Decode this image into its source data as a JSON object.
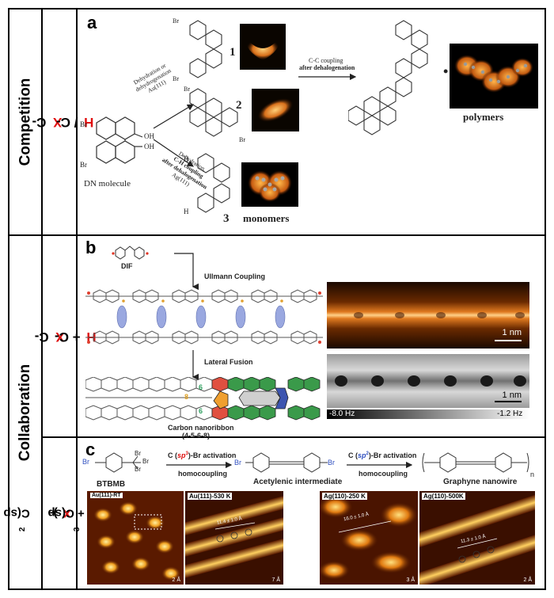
{
  "rows": {
    "competition": {
      "label": "Competition",
      "bond_prefix": "C-",
      "bond_x": "X",
      "bond_mid": " / C-",
      "bond_h": "H"
    },
    "collaboration": {
      "label": "Collaboration"
    },
    "b": {
      "bond_prefix": "C-",
      "bond_x": "X",
      "bond_mid": " + C-",
      "bond_h": "H"
    },
    "c": {
      "p1": "C(sp",
      "s1": "2",
      "p2": ")-",
      "x1": "X",
      "p3": " + C(sp",
      "s2": "3",
      "p4": ")-",
      "x2": "X"
    }
  },
  "panel_a": {
    "letter": "a",
    "dn_molecule": "DN molecule",
    "arrow_up_1": "Dehydration or",
    "arrow_up_2": "dehydrogenation",
    "arrow_up_3": "Au(111)",
    "arrow_down_1": "Dehydration,",
    "arrow_down_2": "C-H coupling",
    "arrow_down_3": "after dehalogenation",
    "arrow_down_4": "Ag(111)",
    "n1": "1",
    "n2": "2",
    "n3": "3",
    "cc_1": "C-C coupling",
    "cc_2": "after dehalogenation",
    "dots": "• • •",
    "polymers": "polymers",
    "monomers": "monomers",
    "br": "Br",
    "h": "H",
    "oh": "OH"
  },
  "panel_b": {
    "letter": "b",
    "dif": "DIF",
    "ullmann": "Ullmann Coupling",
    "lateral": "Lateral Fusion",
    "cnr_1": "Carbon nanoribbon",
    "cnr_2": "(4-5-6-8)",
    "scale1": "1 nm",
    "scale2": "1 nm",
    "hz_left": "-8.0 Hz",
    "hz_right": "-1.2 Hz"
  },
  "panel_c": {
    "letter": "c",
    "act1_a": "C (",
    "act1_sp": "sp",
    "act1_sup": "3",
    "act1_b": ")-Br activation",
    "act2_a": "C (",
    "act2_sp": "sp",
    "act2_sup": "2",
    "act2_b": ")-Br activation",
    "homo1": "homocoupling",
    "homo2": "homocoupling",
    "btbmb": "BTBMB",
    "acetylenic": "Acetylenic intermediate",
    "graphyne": "Graphyne nanowire",
    "n_sub": "n",
    "br": "Br",
    "img1": "Au(111)-RT",
    "img2": "Au(111)-530 K",
    "img3": "Ag(110)-250 K",
    "img4": "Ag(110)-500K",
    "meas2": "11.4 ± 1.0 Å",
    "meas3": "16.0 ± 1.0 Å",
    "meas4": "11.3 ± 1.0 Å",
    "s1": "2 Å",
    "s2": "7 Å",
    "s3": "3 Å",
    "s4": "2 Å"
  }
}
